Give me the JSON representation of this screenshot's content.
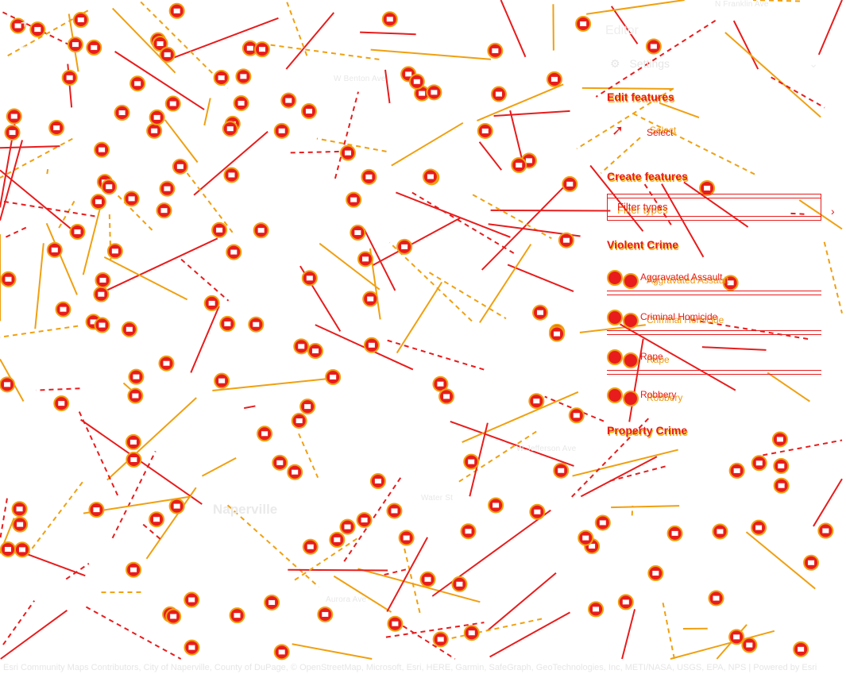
{
  "map": {
    "streets": [
      "W Benton Ave",
      "Aurora Ave",
      "Water St",
      "N Franklin Ave",
      "W Jefferson Ave"
    ],
    "city_label": "Naperville",
    "attribution": "Esri Community Maps Contributors, City of Naperville, County of DuPage, © OpenStreetMap, Microsoft, Esri, HERE, Garmin, SafeGraph, GeoTechnologies, Inc, METI/NASA, USGS, EPA, NPS | Powered by Esri",
    "zoom_in": "+",
    "zoom_out": "−"
  },
  "editor": {
    "title": "Editor",
    "settings_label": "Settings",
    "edit_features_heading": "Edit features",
    "select_label": "Select",
    "create_features_heading": "Create features",
    "filter_placeholder": "Filter types",
    "groups": [
      {
        "heading": "Violent Crime",
        "items": [
          "Aggravated Assault",
          "Criminal Homicide",
          "Rape",
          "Robbery"
        ]
      },
      {
        "heading": "Property Crime",
        "items": []
      }
    ]
  },
  "colors": {
    "primary": "#e81c1c",
    "secondary": "#f0a010",
    "background": "#ffffff"
  }
}
